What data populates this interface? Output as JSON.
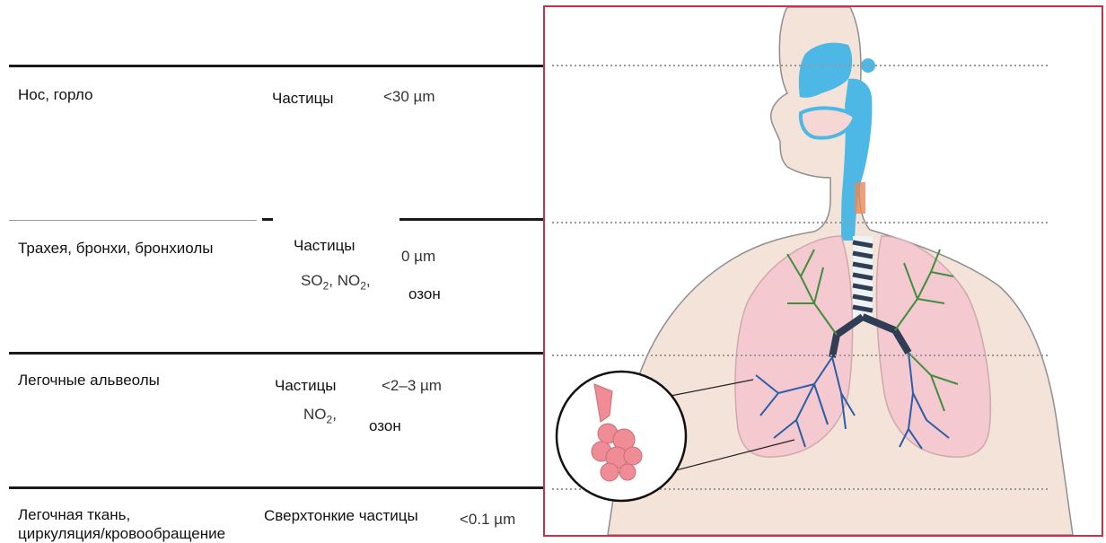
{
  "rows": [
    {
      "region": "Нос, горло",
      "particles_label": "Частицы",
      "size": "<30 µm",
      "gases": []
    },
    {
      "region": "Трахея, бронхи, бронхиолы",
      "particles_label": "Частицы",
      "size": "0 µm",
      "gases": [
        "SO",
        "2",
        ", NO",
        "2",
        ","
      ],
      "ozone": "озон"
    },
    {
      "region": "Легочные альвеолы",
      "particles_label": "Частицы",
      "size": "<2–3 µm",
      "gases": [
        "NO",
        "2",
        ","
      ],
      "ozone": "озон"
    },
    {
      "region_line1": "Легочная ткань,",
      "region_line2": "циркуляция/кровообращение",
      "particles_label": "Сверхтонкие частицы",
      "size": "<0.1 µm"
    }
  ],
  "colors": {
    "frame_border": "#c8314a",
    "skin": "#f3e3d9",
    "airway": "#4db8e6",
    "lung": "#f4c9cf",
    "bronchi_green": "#3f8f3f",
    "bronchi_blue": "#2b5ea8",
    "alveoli": "#f08c95"
  },
  "icons": [
    "human-torso-illustration",
    "lungs-icon",
    "alveoli-zoom-icon"
  ]
}
